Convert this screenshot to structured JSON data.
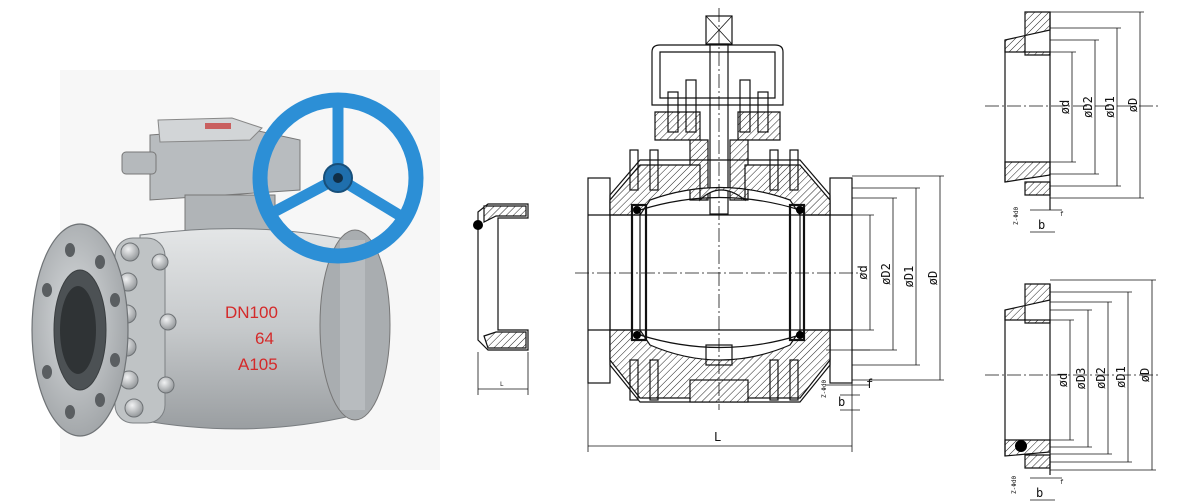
{
  "photo": {
    "body_markings": [
      "DN100",
      "64",
      "A105"
    ],
    "handwheel_color": "#2c8fd6",
    "body_color": "#c9ccce",
    "marking_color": "#d42a2a"
  },
  "dimensions": {
    "main": {
      "length": "L",
      "bores": [
        "ød",
        "øD2",
        "øD1",
        "øD"
      ],
      "face": "f",
      "flange": "b"
    },
    "seal_detail": {
      "length": "L"
    },
    "flange_rf": {
      "bores": [
        "ød",
        "øD2",
        "øD1",
        "øD"
      ],
      "face": "f",
      "flange": "b",
      "tolerance": "Z-Φd0"
    },
    "flange_rtj": {
      "bores": [
        "ød",
        "øD3",
        "øD2",
        "øD1",
        "øD"
      ],
      "face": "f",
      "flange": "b",
      "tolerance": "Z-Φd0"
    }
  }
}
